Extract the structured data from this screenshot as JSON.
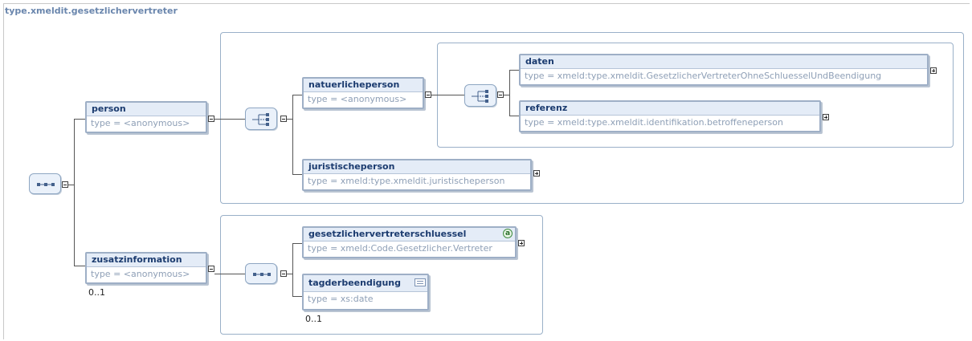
{
  "diagram": {
    "title": "type.xmeldit.gesetzlichervertreter",
    "elements": {
      "person": {
        "name": "person",
        "type": "type = <anonymous>"
      },
      "zusatzinformation": {
        "name": "zusatzinformation",
        "type": "type = <anonymous>",
        "occurrence": "0..1"
      },
      "natuerlicheperson": {
        "name": "natuerlicheperson",
        "type": "type = <anonymous>"
      },
      "juristischeperson": {
        "name": "juristischeperson",
        "type": "type = xmeld:type.xmeldit.juristischeperson"
      },
      "daten": {
        "name": "daten",
        "type": "type = xmeld:type.xmeldit.GesetzlicherVertreterOhneSchluesselUndBeendigung"
      },
      "referenz": {
        "name": "referenz",
        "type": "type = xmeld:type.xmeldit.identifikation.betroffeneperson"
      },
      "gesetzlichervertreterschluessel": {
        "name": "gesetzlichervertreterschluessel",
        "type": "type = xmeld:Code.Gesetzlicher.Vertreter",
        "attr_icon": "a"
      },
      "tagderbeendigung": {
        "name": "tagderbeendigung",
        "type": "type = xs:date",
        "occurrence": "0..1"
      }
    }
  }
}
